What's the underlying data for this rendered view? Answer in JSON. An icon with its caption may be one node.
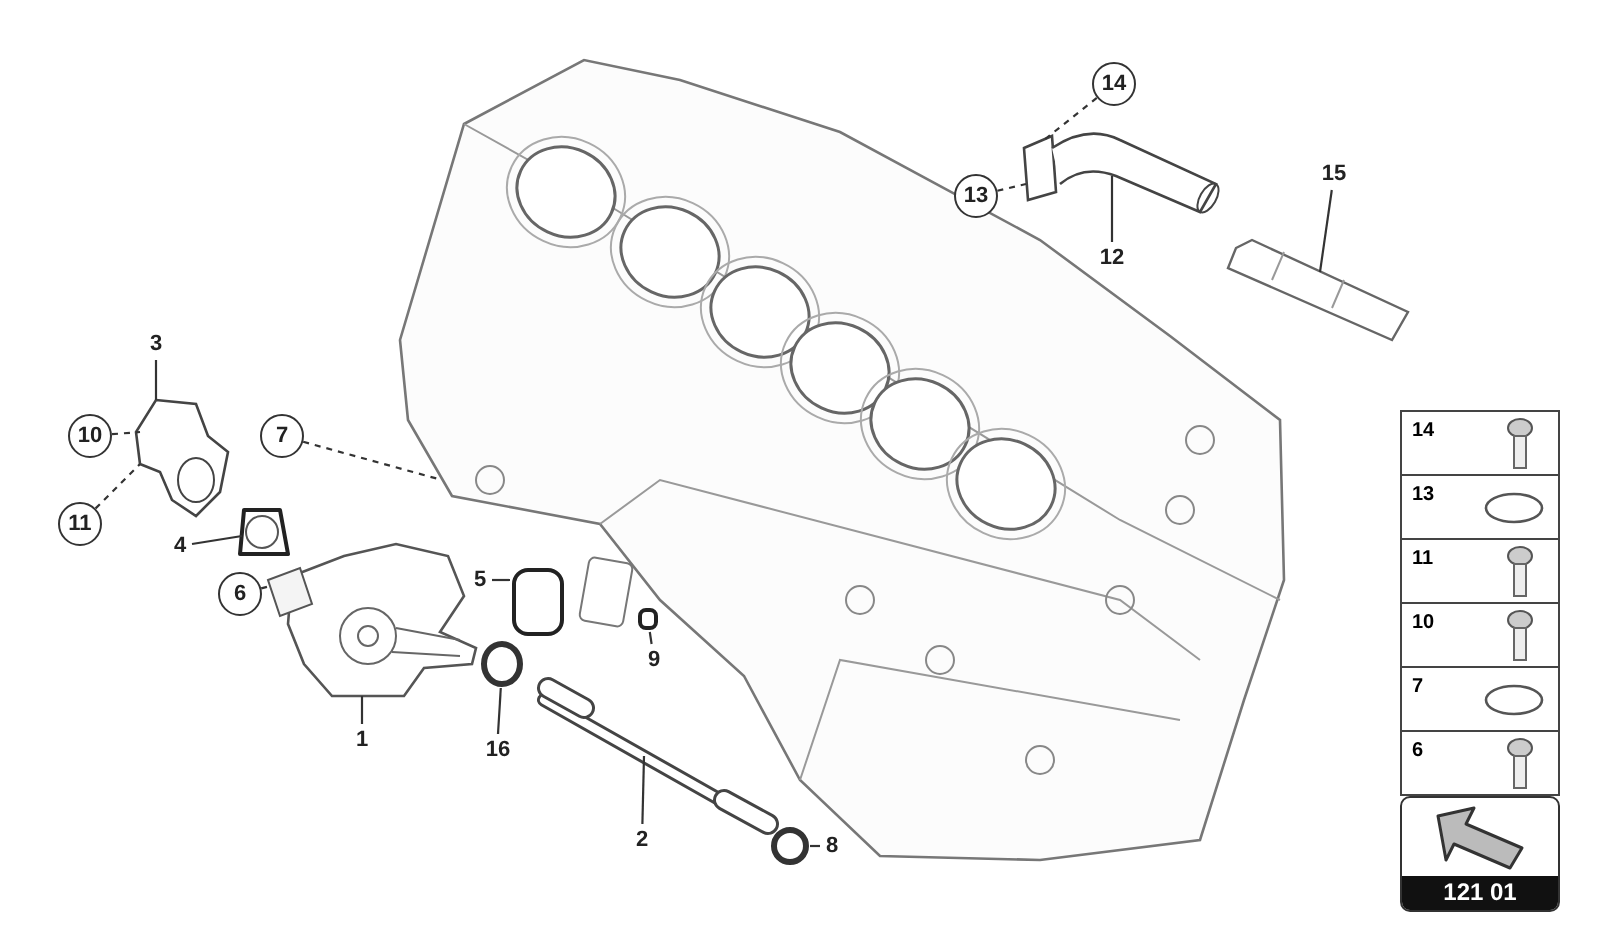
{
  "diagram": {
    "nodes": [
      {
        "text": [
          "3"
        ]
      },
      {
        "text": [
          "10"
        ]
      },
      {
        "text": [
          "7"
        ]
      },
      {
        "text": [
          "11"
        ]
      },
      {
        "text": [
          "4"
        ]
      },
      {
        "text": [
          "6"
        ]
      },
      {
        "text": [
          "5"
        ]
      },
      {
        "text": [
          "9"
        ]
      },
      {
        "text": [
          "1"
        ]
      },
      {
        "text": [
          "16"
        ]
      },
      {
        "text": [
          "2"
        ]
      },
      {
        "text": [
          "8"
        ]
      },
      {
        "text": [
          "14"
        ]
      },
      {
        "text": [
          "13"
        ]
      },
      {
        "text": [
          "12"
        ]
      },
      {
        "text": [
          "15"
        ]
      },
      {
        "text": [],
        "shape": "picture"
      },
      {
        "text": [],
        "shape": "picture"
      },
      {
        "text": [],
        "shape": "picture"
      },
      {
        "text": [],
        "shape": "picture"
      },
      {
        "text": [],
        "shape": "picture"
      },
      {
        "text": [],
        "shape": "box"
      },
      {
        "text": [],
        "shape": "circle"
      },
      {
        "text": [],
        "shape": "circle"
      },
      {
        "text": [],
        "shape": "box"
      },
      {
        "text": [],
        "shape": "picture"
      },
      {
        "text": [],
        "shape": "picture"
      }
    ],
    "edges": [
      {
        "from": 0,
        "to": 19,
        "arrow": "none"
      },
      {
        "from": 1,
        "to": 19,
        "arrow": "none",
        "style": "dashed"
      },
      {
        "from": 2,
        "to": 16,
        "arrow": "none",
        "style": "dashed"
      },
      {
        "from": 3,
        "to": 19,
        "arrow": "none",
        "style": "dashed"
      },
      {
        "from": 4,
        "to": 20,
        "arrow": "none"
      },
      {
        "from": 5,
        "to": 17,
        "arrow": "none",
        "style": "dashed"
      },
      {
        "from": 6,
        "to": 21,
        "arrow": "none"
      },
      {
        "from": 7,
        "to": 24,
        "arrow": "none"
      },
      {
        "from": 8,
        "to": 17,
        "arrow": "none"
      },
      {
        "from": 9,
        "to": 22,
        "arrow": "none"
      },
      {
        "from": 10,
        "to": 18,
        "arrow": "none"
      },
      {
        "from": 11,
        "to": 23,
        "arrow": "none"
      },
      {
        "from": 12,
        "to": 25,
        "arrow": "none",
        "style": "dashed"
      },
      {
        "from": 13,
        "to": 25,
        "arrow": "none",
        "style": "dashed"
      },
      {
        "from": 14,
        "to": 25,
        "arrow": "none"
      },
      {
        "from": 15,
        "to": 26,
        "arrow": "none"
      }
    ],
    "labels": [
      "14",
      "13",
      "11",
      "10",
      "7",
      "6",
      "121 01"
    ]
  }
}
